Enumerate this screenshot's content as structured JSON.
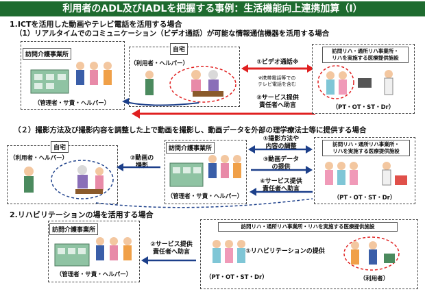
{
  "title": "利用者のADL及びIADLを把握する事例：生活機能向上連携加算（Ⅰ）",
  "section1": {
    "heading": "1.ICTを活用した動画やテレビ電話を活用する場合",
    "sub": "（1）リアルタイムでのコミュニケーション（ビデオ通話）が可能な情報通信機器を活用する場合",
    "office_label": "訪問介護事業所",
    "office_staff": "（管理者・サ責・ヘルパー）",
    "home_label": "自宅",
    "home_people": "（利用者・ヘルパー）",
    "step1": "①ビデオ通話※",
    "note": "※携帯電話等での\nテレビ電話を含む",
    "step2": "②サービス提供\n責任者へ助言",
    "rehab_label": "訪問リハ・通所リハ事業所・\nリハを実施する医療提供施設",
    "rehab_staff": "（PT・OT・ST・Dr）"
  },
  "section1b": {
    "sub": "（２）撮影方法及び撮影内容を調整した上で動画を撮影し、動画データを外部の理学療法士等に提供する場合",
    "home_label": "自宅",
    "home_people": "（利用者・ヘルパー）",
    "film": "②動画の\n撮影",
    "office_label": "訪問介護事業所",
    "office_staff": "（管理者・サ責・ヘルパー）",
    "step1": "①撮影方法や\n内容の調整",
    "step3": "③動画データ\nの提供",
    "step4": "④サービス提供\n責任者へ助言",
    "rehab_label": "訪問リハ・通所リハ事業所・\nリハを実施する医療提供施設",
    "rehab_staff": "（PT・OT・ST・Dr）"
  },
  "section2": {
    "heading": "2.リハビリテーションの場を活用する場合",
    "office_label": "訪問介護事業所",
    "office_staff": "（管理者・サ責・ヘルパー）",
    "step2": "②サービス提供\n責任者へ助言",
    "rehab_label": "訪問リハ・通所リハ事業所・リハを実施する医療提供施設",
    "step1": "①リハビリテーションの提供",
    "rehab_staff": "（PT・OT・ST・Dr）",
    "user": "（利用者）"
  },
  "colors": {
    "title_bg": "#1e6b2f",
    "arrow_red": "#e02020",
    "arrow_blue": "#1c3f8a",
    "building": "#8fc3a3"
  }
}
